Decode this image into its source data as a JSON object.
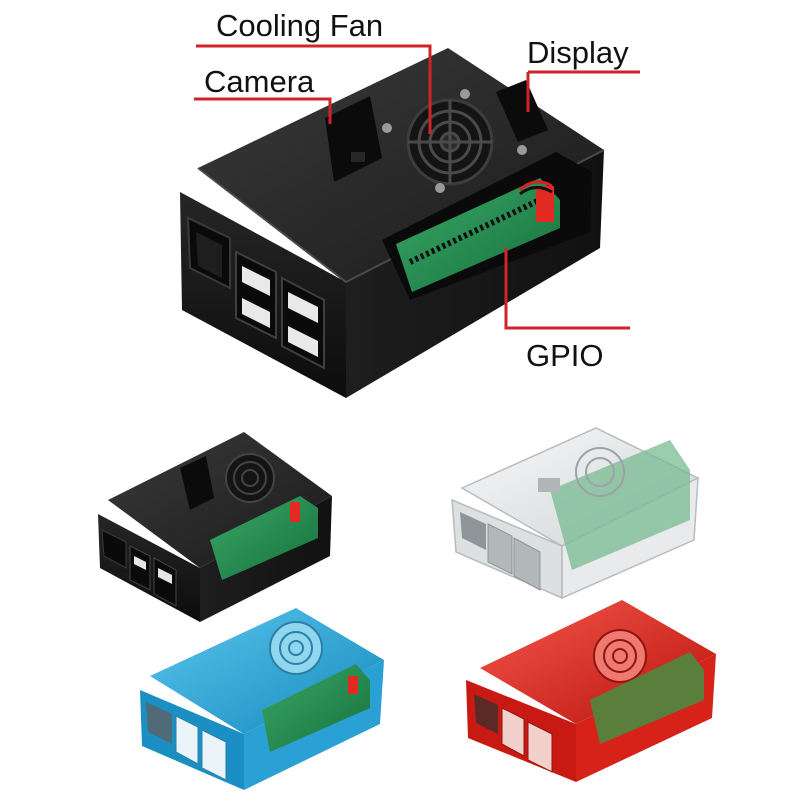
{
  "callouts": {
    "cooling_fan": "Cooling Fan",
    "camera": "Camera",
    "display": "Display",
    "gpio": "GPIO"
  },
  "case_variants": [
    "black",
    "clear",
    "blue",
    "red"
  ],
  "colors": {
    "leader_line": "#d2232a",
    "black_case": "#1c1c1c",
    "clear_case": "#e4e6e8",
    "blue_case": "#26a6d8",
    "red_case": "#e2261c",
    "pcb": "#1f8a4c"
  }
}
